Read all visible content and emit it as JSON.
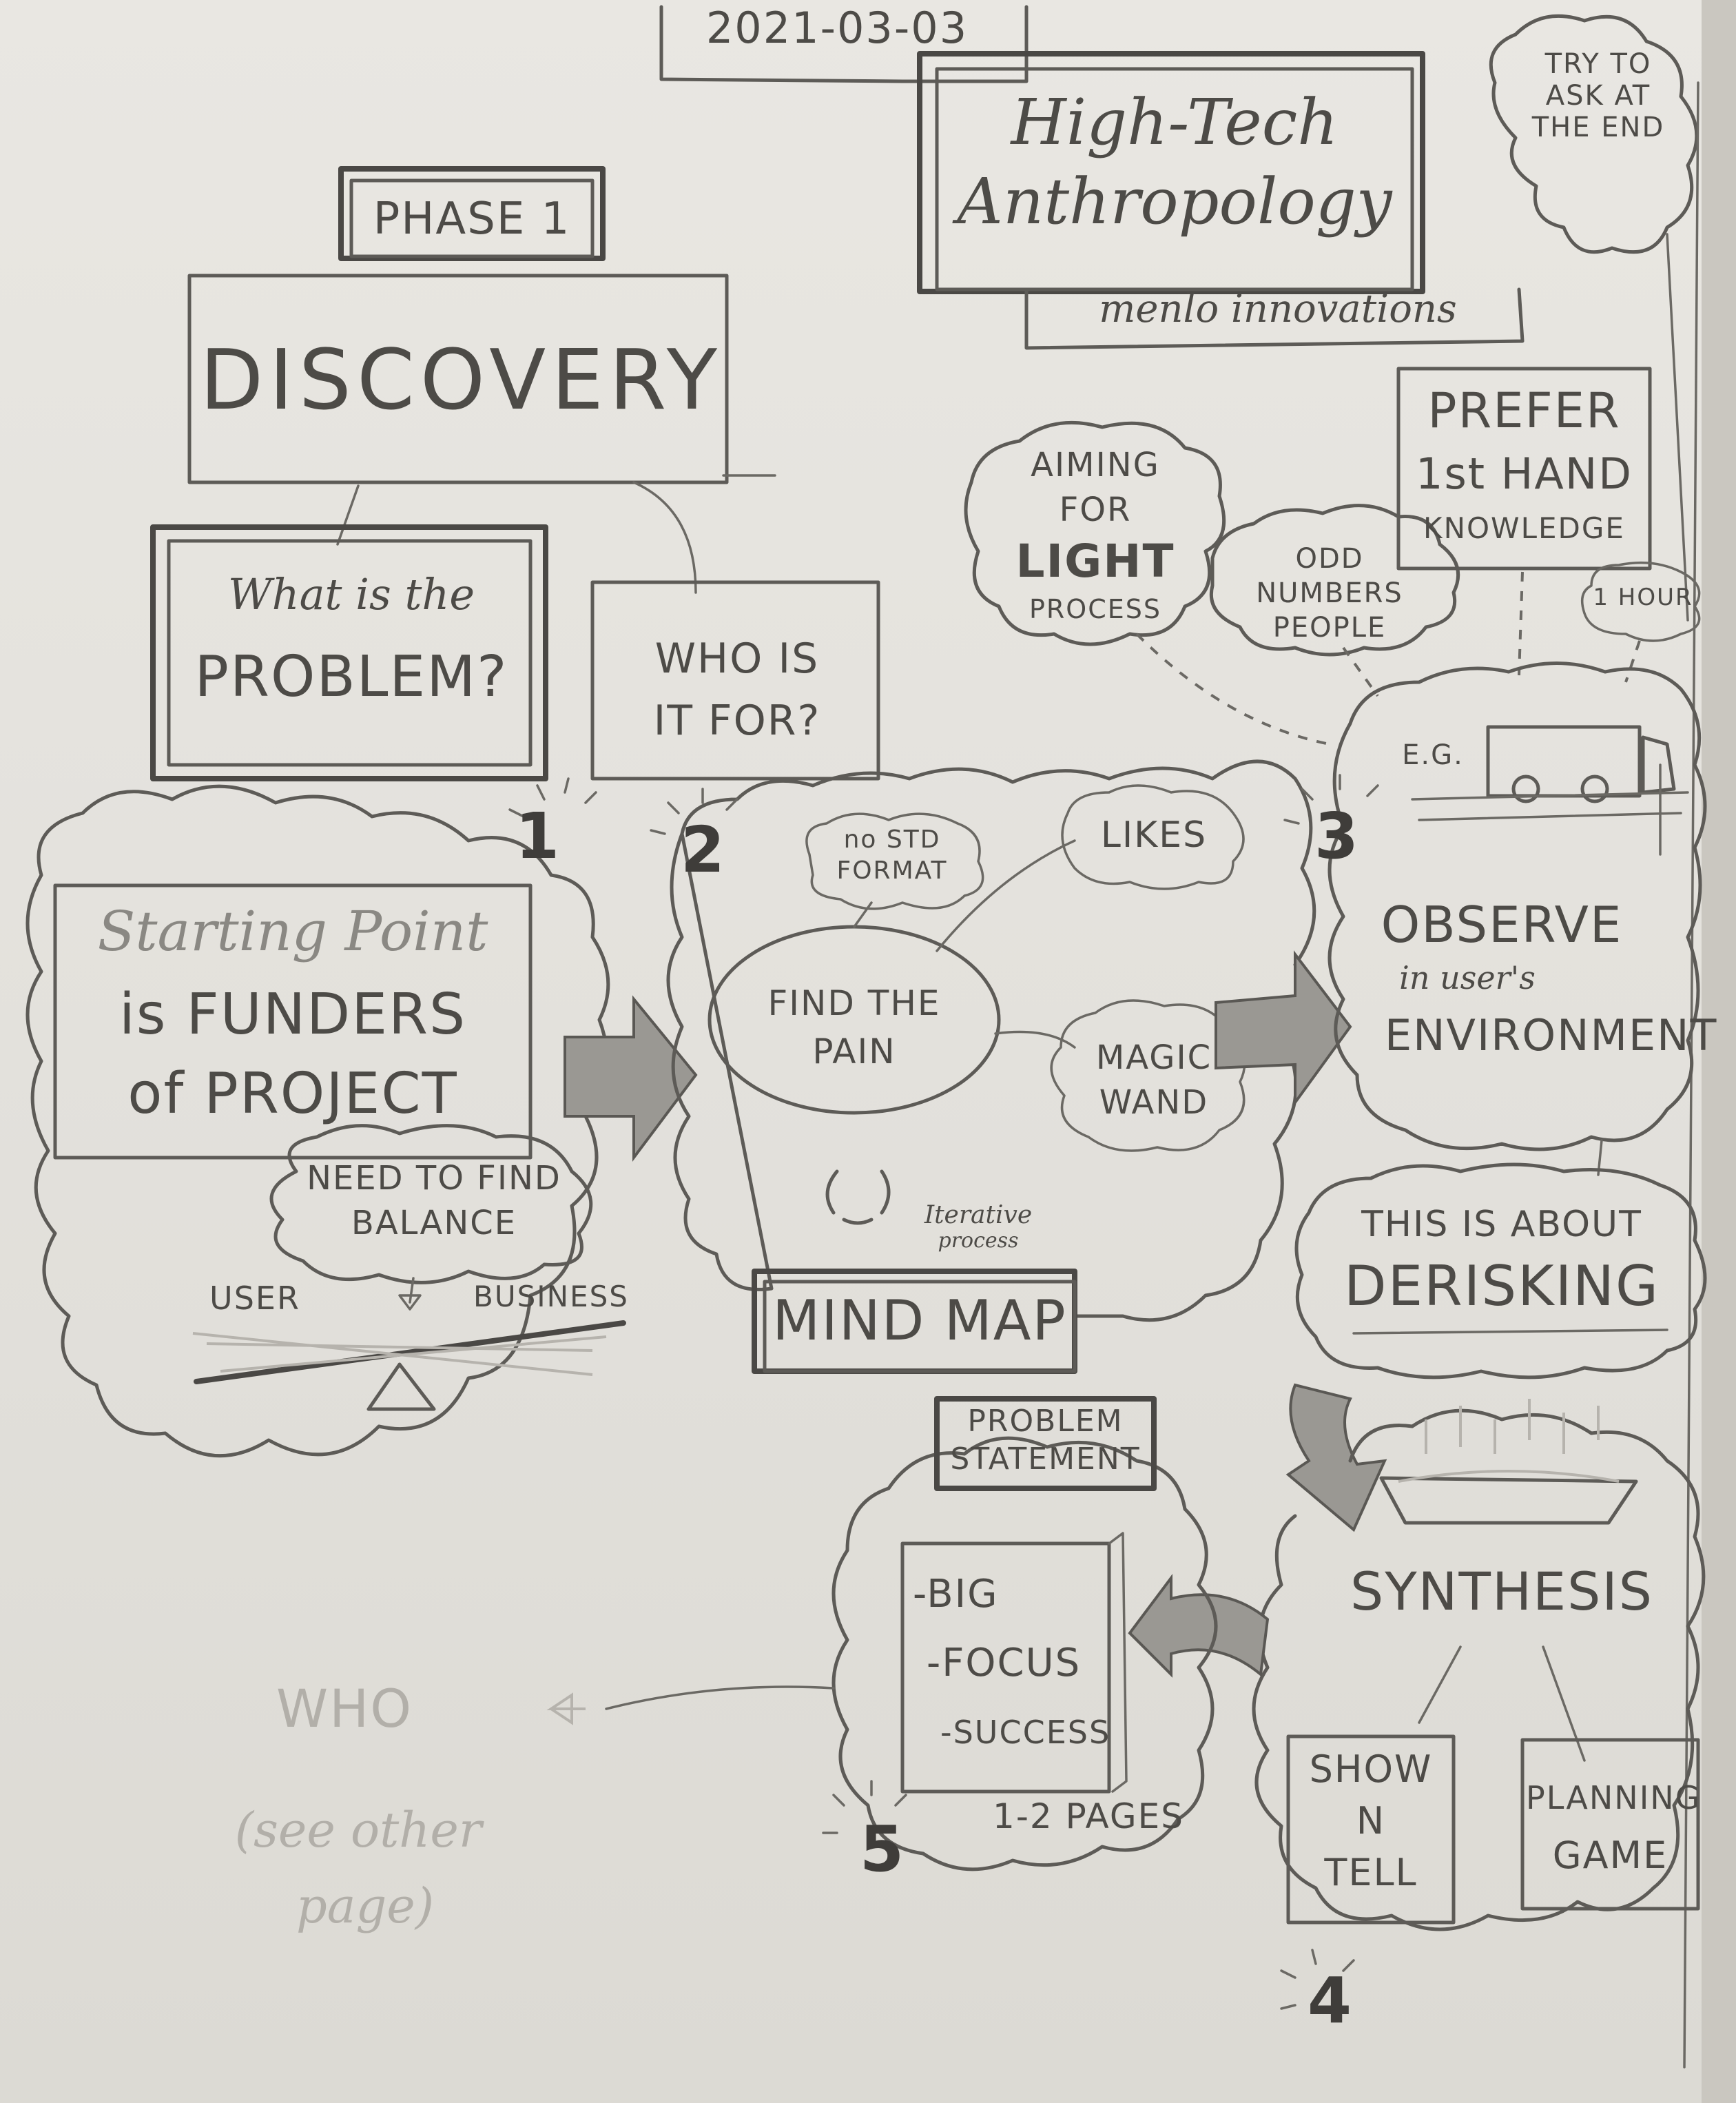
{
  "header": {
    "date": "2021-03-03",
    "title_line1": "High-Tech",
    "title_line2": "Anthropology",
    "subtitle": "menlo innovations",
    "phase": "PHASE 1",
    "phase_title": "DISCOVERY",
    "side_note": "TRY TO ASK AT THE END"
  },
  "questions": {
    "problem_line1": "What is the",
    "problem_line2": "PROBLEM?",
    "who_line1": "WHO IS",
    "who_line2": "IT FOR?"
  },
  "steps": {
    "s1": "1",
    "s2": "2",
    "s3": "3",
    "s4": "4",
    "s5": "5"
  },
  "cloud1": {
    "start_line1": "Starting Point",
    "start_line2": "is FUNDERS",
    "start_line3": "of PROJECT",
    "balance_line1": "NEED TO FIND",
    "balance_line2": "BALANCE",
    "user": "USER",
    "business": "BUSINESS"
  },
  "cloud2": {
    "no_std_line1": "no STD",
    "no_std_line2": "FORMAT",
    "likes": "LIKES",
    "find_line1": "FIND THE",
    "find_line2": "PAIN",
    "magic_line1": "MAGIC",
    "magic_line2": "WAND",
    "iterative_line1": "Iterative",
    "iterative_line2": "process",
    "mind_map": "MIND MAP"
  },
  "notes": {
    "aiming_line1": "AIMING",
    "aiming_line2": "FOR",
    "aiming_line3": "LIGHT",
    "aiming_line4": "PROCESS",
    "odd_line1": "ODD",
    "odd_line2": "NUMBERS",
    "odd_line3": "PEOPLE",
    "prefer_line1": "PREFER",
    "prefer_line2": "1st HAND",
    "prefer_line3": "KNOWLEDGE",
    "hour": "1 HOUR"
  },
  "cloud3": {
    "eg": "E.G.",
    "observe": "OBSERVE",
    "in_users": "in user's",
    "environment": "ENVIRONMENT"
  },
  "derisk": {
    "line1": "THIS IS ABOUT",
    "line2": "DERISKING"
  },
  "cloud4": {
    "synthesis": "SYNTHESIS",
    "show_line1": "SHOW",
    "show_line2": "N",
    "show_line3": "TELL",
    "planning_line1": "PLANNING",
    "planning_line2": "GAME"
  },
  "cloud5": {
    "problem_line1": "PROBLEM",
    "problem_line2": "STATEMENT",
    "item1": "-BIG",
    "item2": "-FOCUS",
    "item3": "-SUCCESS",
    "pages": "1-2 PAGES"
  },
  "faint": {
    "who": "WHO",
    "see_line1": "(see other",
    "see_line2": "page)"
  }
}
